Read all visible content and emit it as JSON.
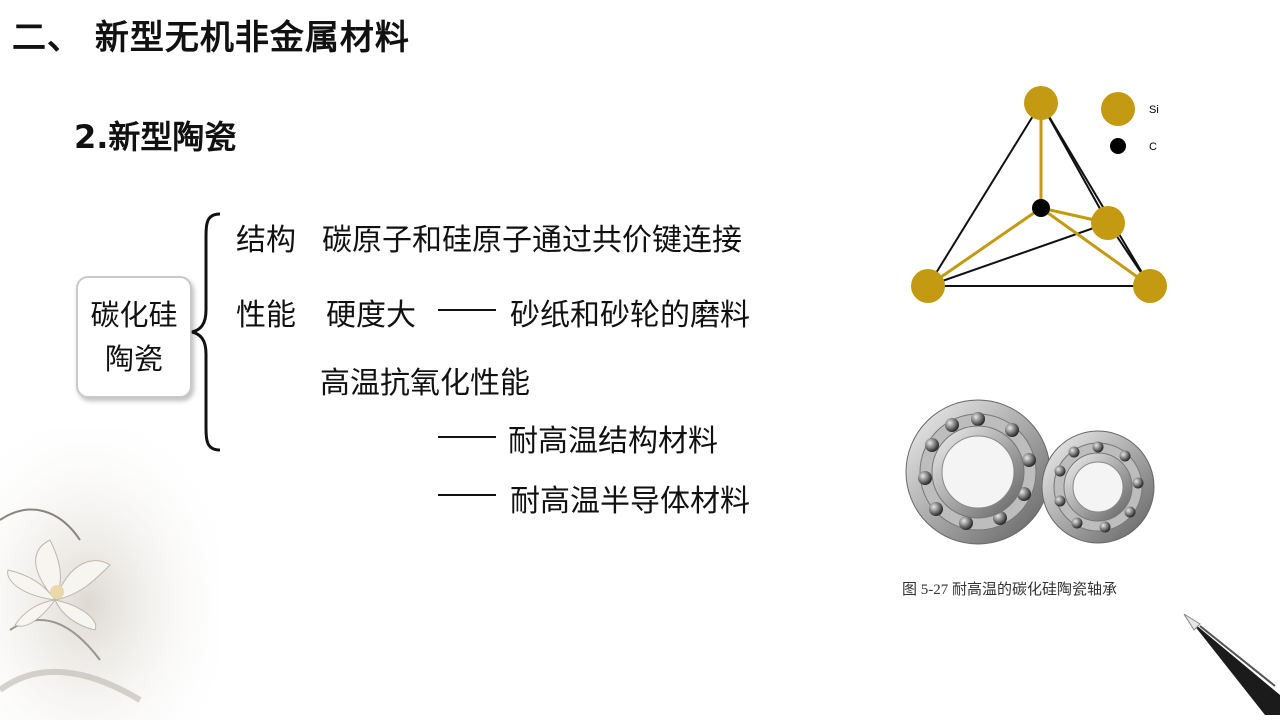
{
  "header": {
    "title": "二、 新型无机非金属材料",
    "subtitle": "2.新型陶瓷"
  },
  "concept_box": {
    "line1": "碳化硅",
    "line2": "陶瓷"
  },
  "content": {
    "structure_label": "结构",
    "structure_text": "碳原子和硅原子通过共价键连接",
    "property_label": "性能",
    "hardness": "硬度大",
    "hardness_use": "砂纸和砂轮的磨料",
    "heat_resistance": "高温抗氧化性能",
    "use_structural": "耐高温结构材料",
    "use_semiconductor": "耐高温半导体材料"
  },
  "diagram": {
    "legend_si": "Si",
    "legend_c": "C",
    "si_color": "#c49a12",
    "c_color": "#000000"
  },
  "figure": {
    "caption": "图 5-27   耐高温的碳化硅陶瓷轴承"
  }
}
